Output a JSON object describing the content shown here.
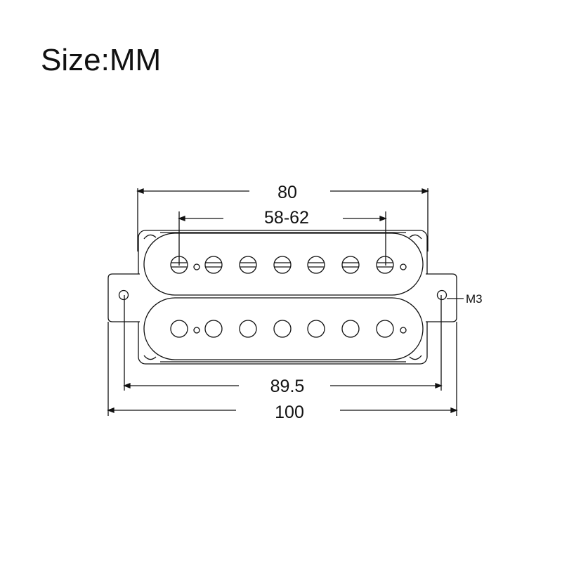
{
  "title": "Size:MM",
  "dimensions": {
    "overall_length": "80",
    "pole_spacing": "58-62",
    "mount_hole_spacing": "89.5",
    "total_width": "100",
    "screw_size": "M3"
  },
  "pickup": {
    "type": "humbucker",
    "poles_per_coil": 7,
    "top_coil": "slotted-screw-poles",
    "bottom_coil": "slug-poles"
  }
}
